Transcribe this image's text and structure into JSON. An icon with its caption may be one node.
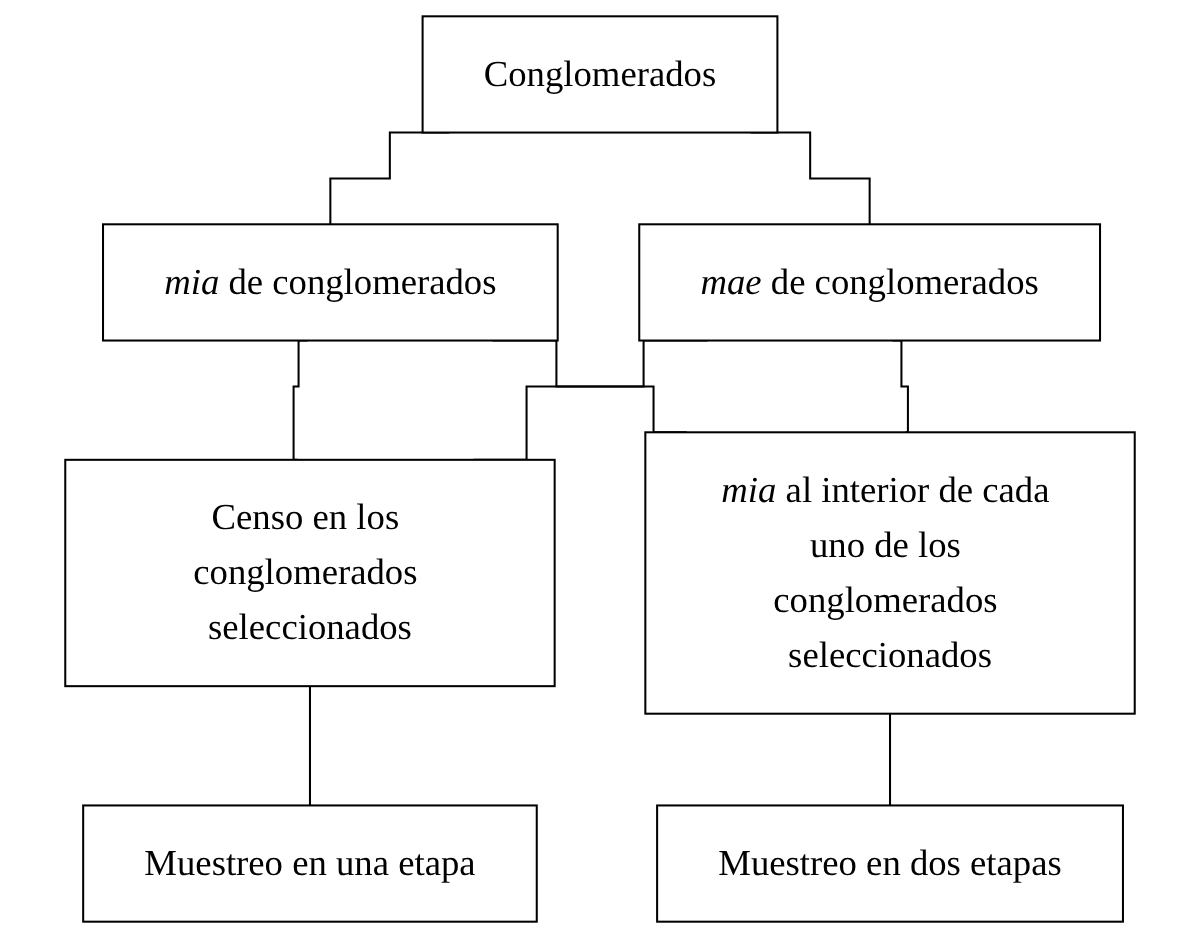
{
  "diagram": {
    "nodes": [
      {
        "text": [
          "Conglomerados"
        ]
      },
      {
        "text": [
          "*mia* de conglomerados"
        ]
      },
      {
        "text": [
          "*mae* de conglomerados"
        ]
      },
      {
        "text": [
          "Censo en los conglomerados seleccionados"
        ]
      },
      {
        "text": [
          "*mia* al interior de cada uno de los conglomerados seleccionados"
        ]
      },
      {
        "text": [
          "Muestreo en una etapa"
        ]
      },
      {
        "text": [
          "Muestreo en dos etapas"
        ]
      }
    ],
    "edges": [
      {
        "from": 0,
        "to": 1,
        "arrow": "none"
      },
      {
        "from": 0,
        "to": 2,
        "arrow": "none"
      },
      {
        "from": 1,
        "to": 3,
        "arrow": "none"
      },
      {
        "from": 1,
        "to": 4,
        "arrow": "none"
      },
      {
        "from": 2,
        "to": 3,
        "arrow": "none"
      },
      {
        "from": 2,
        "to": 4,
        "arrow": "none"
      },
      {
        "from": 3,
        "to": 5,
        "arrow": "none"
      },
      {
        "from": 4,
        "to": 6,
        "arrow": "none"
      }
    ]
  }
}
